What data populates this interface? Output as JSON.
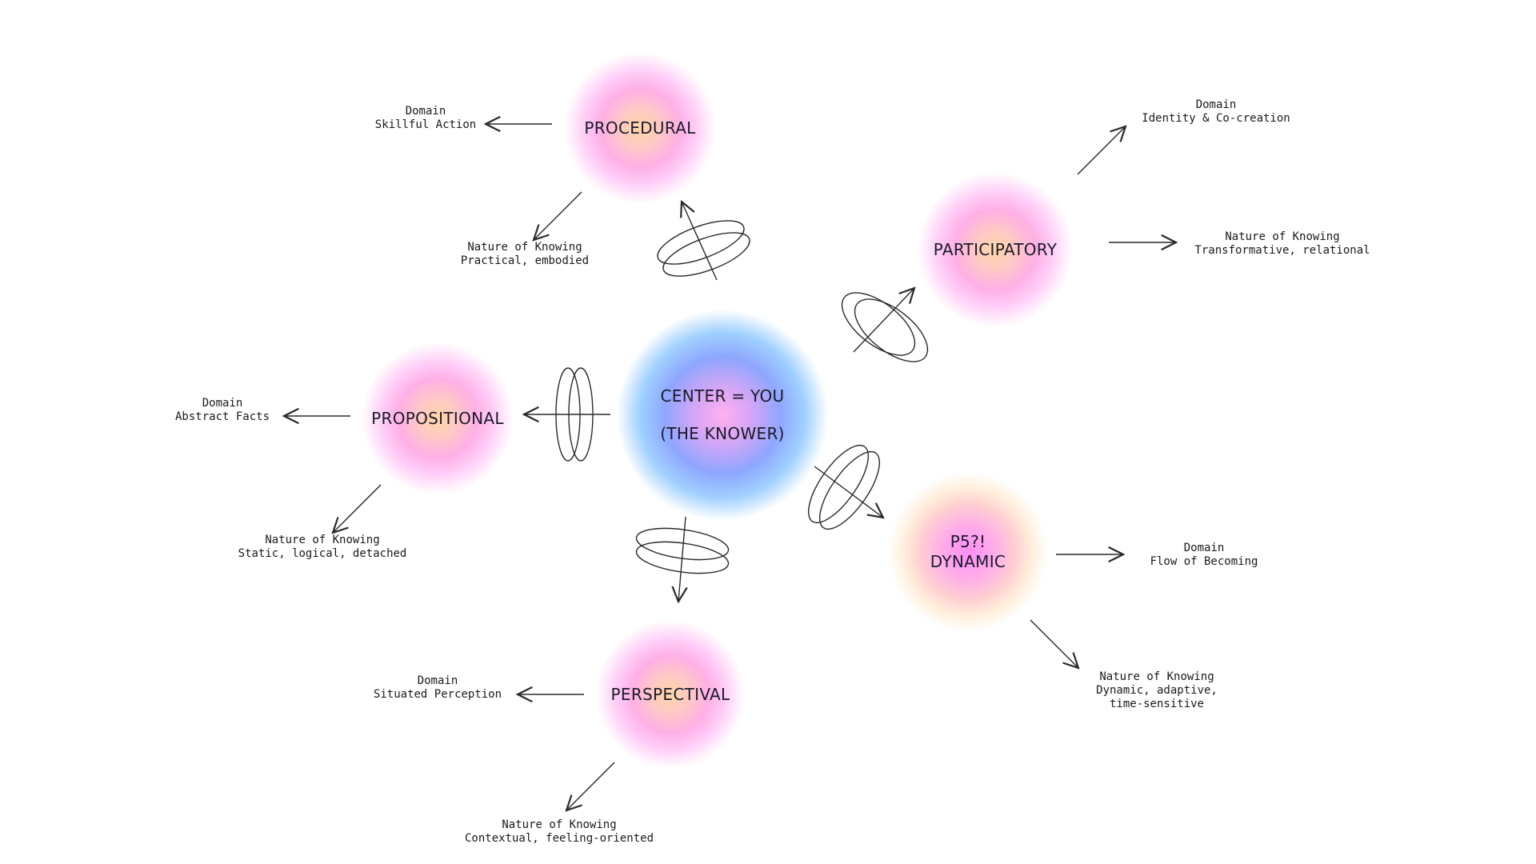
{
  "center": {
    "line1": "CENTER = YOU",
    "line2": "(THE KNOWER)"
  },
  "nodes": {
    "procedural": {
      "title": "PROCEDURAL",
      "domain_heading": "Domain",
      "domain_value": "Skillful Action",
      "nature_heading": "Nature of Knowing",
      "nature_value": "Practical, embodied"
    },
    "participatory": {
      "title": "PARTICIPATORY",
      "domain_heading": "Domain",
      "domain_value": "Identity & Co-creation",
      "nature_heading": "Nature of Knowing",
      "nature_value": "Transformative, relational"
    },
    "propositional": {
      "title": "PROPOSITIONAL",
      "domain_heading": "Domain",
      "domain_value": "Abstract Facts",
      "nature_heading": "Nature of Knowing",
      "nature_value": "Static, logical, detached"
    },
    "dynamic": {
      "title_line1": "P5?!",
      "title_line2": "DYNAMIC",
      "domain_heading": "Domain",
      "domain_value": "Flow of Becoming",
      "nature_heading": "Nature of Knowing",
      "nature_value_line1": "Dynamic, adaptive,",
      "nature_value_line2": "time-sensitive"
    },
    "perspectival": {
      "title": "PERSPECTIVAL",
      "domain_heading": "Domain",
      "domain_value": "Situated Perception",
      "nature_heading": "Nature of Knowing",
      "nature_value": "Contextual, feeling-oriented"
    }
  },
  "colors": {
    "line": "#2a2a2a",
    "glow_warm": "#ffd7a8",
    "glow_pink": "#ffb0e6",
    "glow_blue": "#8fa6ff",
    "glow_magenta": "#ff8ff5"
  }
}
